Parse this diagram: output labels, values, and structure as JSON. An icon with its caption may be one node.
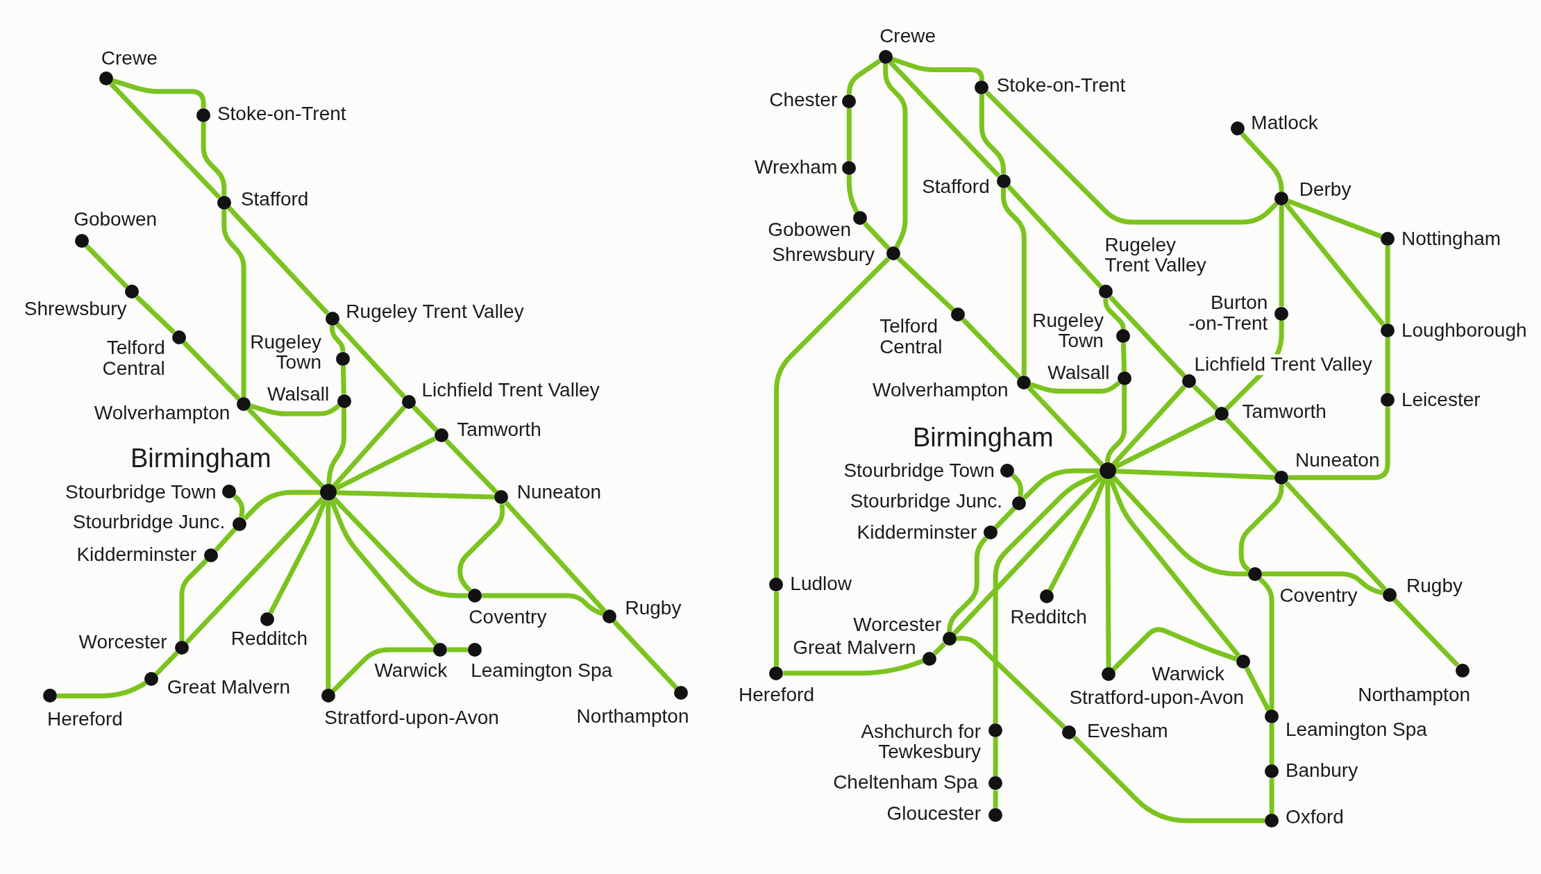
{
  "diagram": {
    "nodes": [
      {
        "text": [],
        "shape": "circle",
        "beside": [
          "Crewe"
        ]
      },
      {
        "text": [],
        "shape": "circle",
        "beside": [
          "Stoke-on-Trent"
        ]
      },
      {
        "text": [],
        "shape": "circle",
        "beside": [
          "Stafford"
        ]
      },
      {
        "text": [],
        "shape": "circle",
        "beside": [
          "Gobowen"
        ]
      },
      {
        "text": [],
        "shape": "circle",
        "beside": [
          "Shrewsbury"
        ]
      },
      {
        "text": [],
        "shape": "circle",
        "beside": [
          "Telford Central"
        ]
      },
      {
        "text": [],
        "shape": "circle",
        "beside": [
          "Wolverhampton"
        ]
      },
      {
        "text": [],
        "shape": "circle",
        "beside": [
          "Rugeley Trent Valley"
        ]
      },
      {
        "text": [],
        "shape": "circle",
        "beside": [
          "Rugeley Town"
        ]
      },
      {
        "text": [],
        "shape": "circle",
        "beside": [
          "Walsall"
        ]
      },
      {
        "text": [],
        "shape": "circle",
        "beside": [
          "Lichfield Trent Valley"
        ]
      },
      {
        "text": [],
        "shape": "circle",
        "beside": [
          "Tamworth"
        ]
      },
      {
        "text": [],
        "shape": "circle"
      },
      {
        "text": [],
        "shape": "circle",
        "beside": [
          "Nuneaton"
        ]
      },
      {
        "text": [],
        "shape": "circle",
        "beside": [
          "Stourbridge Town"
        ]
      },
      {
        "text": [],
        "shape": "circle",
        "beside": [
          "Stourbridge Junc."
        ]
      },
      {
        "text": [],
        "shape": "circle",
        "beside": [
          "Kidderminster"
        ]
      },
      {
        "text": [],
        "shape": "circle",
        "beside": [
          "Worcester"
        ]
      },
      {
        "text": [],
        "shape": "circle",
        "beside": [
          "Redditch"
        ]
      },
      {
        "text": [],
        "shape": "circle",
        "beside": [
          "Great Malvern"
        ]
      },
      {
        "text": [],
        "shape": "circle",
        "beside": [
          "Hereford"
        ]
      },
      {
        "text": [],
        "shape": "circle",
        "beside": [
          "Coventry"
        ]
      },
      {
        "text": [],
        "shape": "circle",
        "beside": [
          "Rugby"
        ]
      },
      {
        "text": [],
        "shape": "circle",
        "beside": [
          "Warwick"
        ]
      },
      {
        "text": [],
        "shape": "circle",
        "beside": [
          "Leamington Spa"
        ]
      },
      {
        "text": [],
        "shape": "circle",
        "beside": [
          "Stratford-upon-Avon"
        ]
      },
      {
        "text": [],
        "shape": "circle",
        "beside": [
          "Northampton"
        ]
      },
      {
        "text": [],
        "shape": "circle",
        "beside": [
          "Crewe"
        ]
      },
      {
        "text": [],
        "shape": "circle",
        "beside": [
          "Stoke-on-Trent"
        ]
      },
      {
        "text": [],
        "shape": "circle",
        "beside": [
          "Chester"
        ]
      },
      {
        "text": [],
        "shape": "circle",
        "beside": [
          "Wrexham"
        ]
      },
      {
        "text": [],
        "shape": "circle",
        "beside": [
          "Stafford"
        ]
      },
      {
        "text": [],
        "shape": "circle",
        "beside": [
          "Gobowen"
        ]
      },
      {
        "text": [],
        "shape": "circle",
        "beside": [
          "Shrewsbury"
        ]
      },
      {
        "text": [],
        "shape": "circle",
        "beside": [
          "Matlock"
        ]
      },
      {
        "text": [],
        "shape": "circle",
        "beside": [
          "Derby"
        ]
      },
      {
        "text": [],
        "shape": "circle",
        "beside": [
          "Rugeley Trent Valley"
        ]
      },
      {
        "text": [],
        "shape": "circle",
        "beside": [
          "Nottingham"
        ]
      },
      {
        "text": [],
        "shape": "circle",
        "beside": [
          "Telford Central"
        ]
      },
      {
        "text": [],
        "shape": "circle",
        "beside": [
          "Burton -on-Trent"
        ]
      },
      {
        "text": [],
        "shape": "circle",
        "beside": [
          "Rugeley Town"
        ]
      },
      {
        "text": [],
        "shape": "circle",
        "beside": [
          "Loughborough"
        ]
      },
      {
        "text": [],
        "shape": "circle",
        "beside": [
          "Walsall"
        ]
      },
      {
        "text": [],
        "shape": "circle",
        "beside": [
          "Wolverhampton"
        ]
      },
      {
        "text": [],
        "shape": "circle",
        "beside": [
          "Lichfield Trent Valley"
        ]
      },
      {
        "text": [],
        "shape": "circle",
        "beside": [
          "Leicester"
        ]
      },
      {
        "text": [],
        "shape": "circle",
        "beside": [
          "Tamworth"
        ]
      },
      {
        "text": [],
        "shape": "circle"
      },
      {
        "text": [],
        "shape": "circle",
        "beside": [
          "Stourbridge Town"
        ]
      },
      {
        "text": [],
        "shape": "circle",
        "beside": [
          "Nuneaton"
        ]
      },
      {
        "text": [],
        "shape": "circle",
        "beside": [
          "Stourbridge Junc."
        ]
      },
      {
        "text": [],
        "shape": "circle",
        "beside": [
          "Kidderminster"
        ]
      },
      {
        "text": [],
        "shape": "circle",
        "beside": [
          "Coventry"
        ]
      },
      {
        "text": [],
        "shape": "circle",
        "beside": [
          "Ludlow"
        ]
      },
      {
        "text": [],
        "shape": "circle",
        "beside": [
          "Rugby"
        ]
      },
      {
        "text": [],
        "shape": "circle",
        "beside": [
          "Redditch"
        ]
      },
      {
        "text": [],
        "shape": "circle",
        "beside": [
          "Worcester"
        ]
      },
      {
        "text": [],
        "shape": "circle",
        "beside": [
          "Great Malvern"
        ]
      },
      {
        "text": [],
        "shape": "circle",
        "beside": [
          "Warwick"
        ]
      },
      {
        "text": [],
        "shape": "circle",
        "beside": [
          "Hereford"
        ]
      },
      {
        "text": [],
        "shape": "circle",
        "beside": [
          "Stratford-upon-Avon"
        ]
      },
      {
        "text": [],
        "shape": "circle",
        "beside": [
          "Northampton"
        ]
      },
      {
        "text": [],
        "shape": "circle",
        "beside": [
          "Leamington Spa"
        ]
      },
      {
        "text": [],
        "shape": "circle",
        "beside": [
          "Ashchurch for Tewkesbury"
        ]
      },
      {
        "text": [],
        "shape": "circle",
        "beside": [
          "Evesham"
        ]
      },
      {
        "text": [],
        "shape": "circle",
        "beside": [
          "Banbury"
        ]
      },
      {
        "text": [],
        "shape": "circle",
        "beside": [
          "Cheltenham Spa"
        ]
      },
      {
        "text": [],
        "shape": "circle",
        "beside": [
          "Gloucester"
        ]
      },
      {
        "text": [],
        "shape": "circle",
        "beside": [
          "Oxford"
        ]
      }
    ],
    "edges": [
      {
        "from": 0,
        "to": 2,
        "arrow": "none"
      },
      {
        "from": 0,
        "to": 1,
        "arrow": "none"
      },
      {
        "from": 1,
        "to": 2,
        "arrow": "none"
      },
      {
        "from": 2,
        "to": 7,
        "arrow": "none"
      },
      {
        "from": 2,
        "to": 6,
        "arrow": "none"
      },
      {
        "from": 3,
        "to": 4,
        "arrow": "none"
      },
      {
        "from": 4,
        "to": 5,
        "arrow": "none"
      },
      {
        "from": 5,
        "to": 6,
        "arrow": "none"
      },
      {
        "from": 6,
        "to": 12,
        "arrow": "none"
      },
      {
        "from": 6,
        "to": 9,
        "arrow": "none"
      },
      {
        "from": 7,
        "to": 8,
        "arrow": "none"
      },
      {
        "from": 8,
        "to": 9,
        "arrow": "none"
      },
      {
        "from": 9,
        "to": 12,
        "arrow": "none"
      },
      {
        "from": 7,
        "to": 10,
        "arrow": "none"
      },
      {
        "from": 10,
        "to": 11,
        "arrow": "none"
      },
      {
        "from": 11,
        "to": 13,
        "arrow": "none"
      },
      {
        "from": 13,
        "to": 22,
        "arrow": "none"
      },
      {
        "from": 22,
        "to": 26,
        "arrow": "none"
      },
      {
        "from": 10,
        "to": 12,
        "arrow": "none"
      },
      {
        "from": 11,
        "to": 12,
        "arrow": "none"
      },
      {
        "from": 12,
        "to": 13,
        "arrow": "none"
      },
      {
        "from": 13,
        "to": 21,
        "arrow": "none"
      },
      {
        "from": 12,
        "to": 21,
        "arrow": "none"
      },
      {
        "from": 21,
        "to": 22,
        "arrow": "none"
      },
      {
        "from": 12,
        "to": 15,
        "arrow": "none"
      },
      {
        "from": 14,
        "to": 15,
        "arrow": "none"
      },
      {
        "from": 15,
        "to": 16,
        "arrow": "none"
      },
      {
        "from": 16,
        "to": 17,
        "arrow": "none"
      },
      {
        "from": 12,
        "to": 17,
        "arrow": "none"
      },
      {
        "from": 12,
        "to": 18,
        "arrow": "none"
      },
      {
        "from": 17,
        "to": 19,
        "arrow": "none"
      },
      {
        "from": 19,
        "to": 20,
        "arrow": "none"
      },
      {
        "from": 12,
        "to": 25,
        "arrow": "none"
      },
      {
        "from": 12,
        "to": 23,
        "arrow": "none"
      },
      {
        "from": 25,
        "to": 23,
        "arrow": "none"
      },
      {
        "from": 23,
        "to": 24,
        "arrow": "none"
      },
      {
        "from": 27,
        "to": 29,
        "arrow": "none"
      },
      {
        "from": 29,
        "to": 30,
        "arrow": "none"
      },
      {
        "from": 30,
        "to": 32,
        "arrow": "none"
      },
      {
        "from": 32,
        "to": 33,
        "arrow": "none"
      },
      {
        "from": 27,
        "to": 33,
        "arrow": "none"
      },
      {
        "from": 27,
        "to": 31,
        "arrow": "none"
      },
      {
        "from": 27,
        "to": 28,
        "arrow": "none"
      },
      {
        "from": 28,
        "to": 31,
        "arrow": "none"
      },
      {
        "from": 28,
        "to": 35,
        "arrow": "none"
      },
      {
        "from": 31,
        "to": 36,
        "arrow": "none"
      },
      {
        "from": 31,
        "to": 43,
        "arrow": "none"
      },
      {
        "from": 33,
        "to": 38,
        "arrow": "none"
      },
      {
        "from": 38,
        "to": 43,
        "arrow": "none"
      },
      {
        "from": 33,
        "to": 53,
        "arrow": "none"
      },
      {
        "from": 53,
        "to": 59,
        "arrow": "none"
      },
      {
        "from": 59,
        "to": 57,
        "arrow": "none"
      },
      {
        "from": 57,
        "to": 56,
        "arrow": "none"
      },
      {
        "from": 56,
        "to": 47,
        "arrow": "none"
      },
      {
        "from": 43,
        "to": 47,
        "arrow": "none"
      },
      {
        "from": 43,
        "to": 42,
        "arrow": "none"
      },
      {
        "from": 36,
        "to": 40,
        "arrow": "none"
      },
      {
        "from": 40,
        "to": 42,
        "arrow": "none"
      },
      {
        "from": 42,
        "to": 47,
        "arrow": "none"
      },
      {
        "from": 36,
        "to": 44,
        "arrow": "none"
      },
      {
        "from": 44,
        "to": 46,
        "arrow": "none"
      },
      {
        "from": 46,
        "to": 49,
        "arrow": "none"
      },
      {
        "from": 49,
        "to": 54,
        "arrow": "none"
      },
      {
        "from": 54,
        "to": 61,
        "arrow": "none"
      },
      {
        "from": 44,
        "to": 47,
        "arrow": "none"
      },
      {
        "from": 46,
        "to": 47,
        "arrow": "none"
      },
      {
        "from": 34,
        "to": 35,
        "arrow": "none"
      },
      {
        "from": 35,
        "to": 39,
        "arrow": "none"
      },
      {
        "from": 39,
        "to": 46,
        "arrow": "none"
      },
      {
        "from": 35,
        "to": 37,
        "arrow": "none"
      },
      {
        "from": 35,
        "to": 41,
        "arrow": "none"
      },
      {
        "from": 37,
        "to": 41,
        "arrow": "none"
      },
      {
        "from": 41,
        "to": 45,
        "arrow": "none"
      },
      {
        "from": 45,
        "to": 49,
        "arrow": "none"
      },
      {
        "from": 47,
        "to": 49,
        "arrow": "none"
      },
      {
        "from": 49,
        "to": 52,
        "arrow": "none"
      },
      {
        "from": 47,
        "to": 52,
        "arrow": "none"
      },
      {
        "from": 52,
        "to": 54,
        "arrow": "none"
      },
      {
        "from": 52,
        "to": 62,
        "arrow": "none"
      },
      {
        "from": 58,
        "to": 62,
        "arrow": "none"
      },
      {
        "from": 47,
        "to": 58,
        "arrow": "none"
      },
      {
        "from": 60,
        "to": 58,
        "arrow": "none"
      },
      {
        "from": 47,
        "to": 60,
        "arrow": "none"
      },
      {
        "from": 62,
        "to": 65,
        "arrow": "none"
      },
      {
        "from": 65,
        "to": 68,
        "arrow": "none"
      },
      {
        "from": 56,
        "to": 64,
        "arrow": "none"
      },
      {
        "from": 64,
        "to": 68,
        "arrow": "none"
      },
      {
        "from": 47,
        "to": 63,
        "arrow": "none"
      },
      {
        "from": 63,
        "to": 66,
        "arrow": "none"
      },
      {
        "from": 66,
        "to": 67,
        "arrow": "none"
      },
      {
        "from": 51,
        "to": 56,
        "arrow": "none"
      },
      {
        "from": 50,
        "to": 51,
        "arrow": "none"
      },
      {
        "from": 48,
        "to": 50,
        "arrow": "none"
      },
      {
        "from": 47,
        "to": 50,
        "arrow": "none"
      },
      {
        "from": 47,
        "to": 55,
        "arrow": "none"
      }
    ],
    "labels": [
      "Birmingham",
      "Birmingham"
    ]
  }
}
